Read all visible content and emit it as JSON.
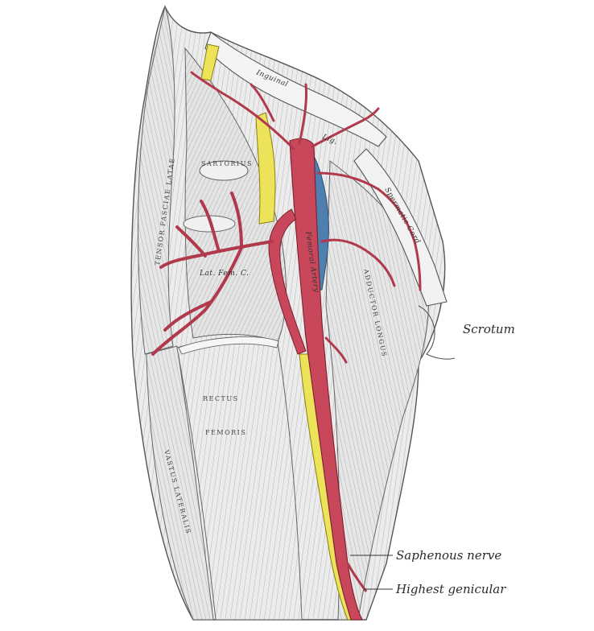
{
  "colors": {
    "artery": "#c9475a",
    "artery_edge": "#7a1f2d",
    "vein": "#4f7fae",
    "nerve": "#ece35a",
    "muscle_fill": "#e9e9e9",
    "muscle_line": "#8a8a8a"
  },
  "labels": {
    "scrotum": "Scrotum",
    "saphenous_nerve": "Saphenous nerve",
    "highest_genicular": "Highest genicular"
  },
  "inner_labels": {
    "inguinal": "Inguinal",
    "lig": "Lig.",
    "tensor": "TENSOR FASCIAE LATAE",
    "sartorius": "SARTORIUS",
    "lat_fem": "Lat. Fem. C.",
    "femoral_artery": "Femoral Artery",
    "spermatic_cord": "Spermatic Cord",
    "adductor_longus": "ADDUCTOR LONGUS",
    "rectus": "RECTUS",
    "femoris": "FEMORIS",
    "vastus_lateralis": "VASTUS LATERALIS"
  }
}
